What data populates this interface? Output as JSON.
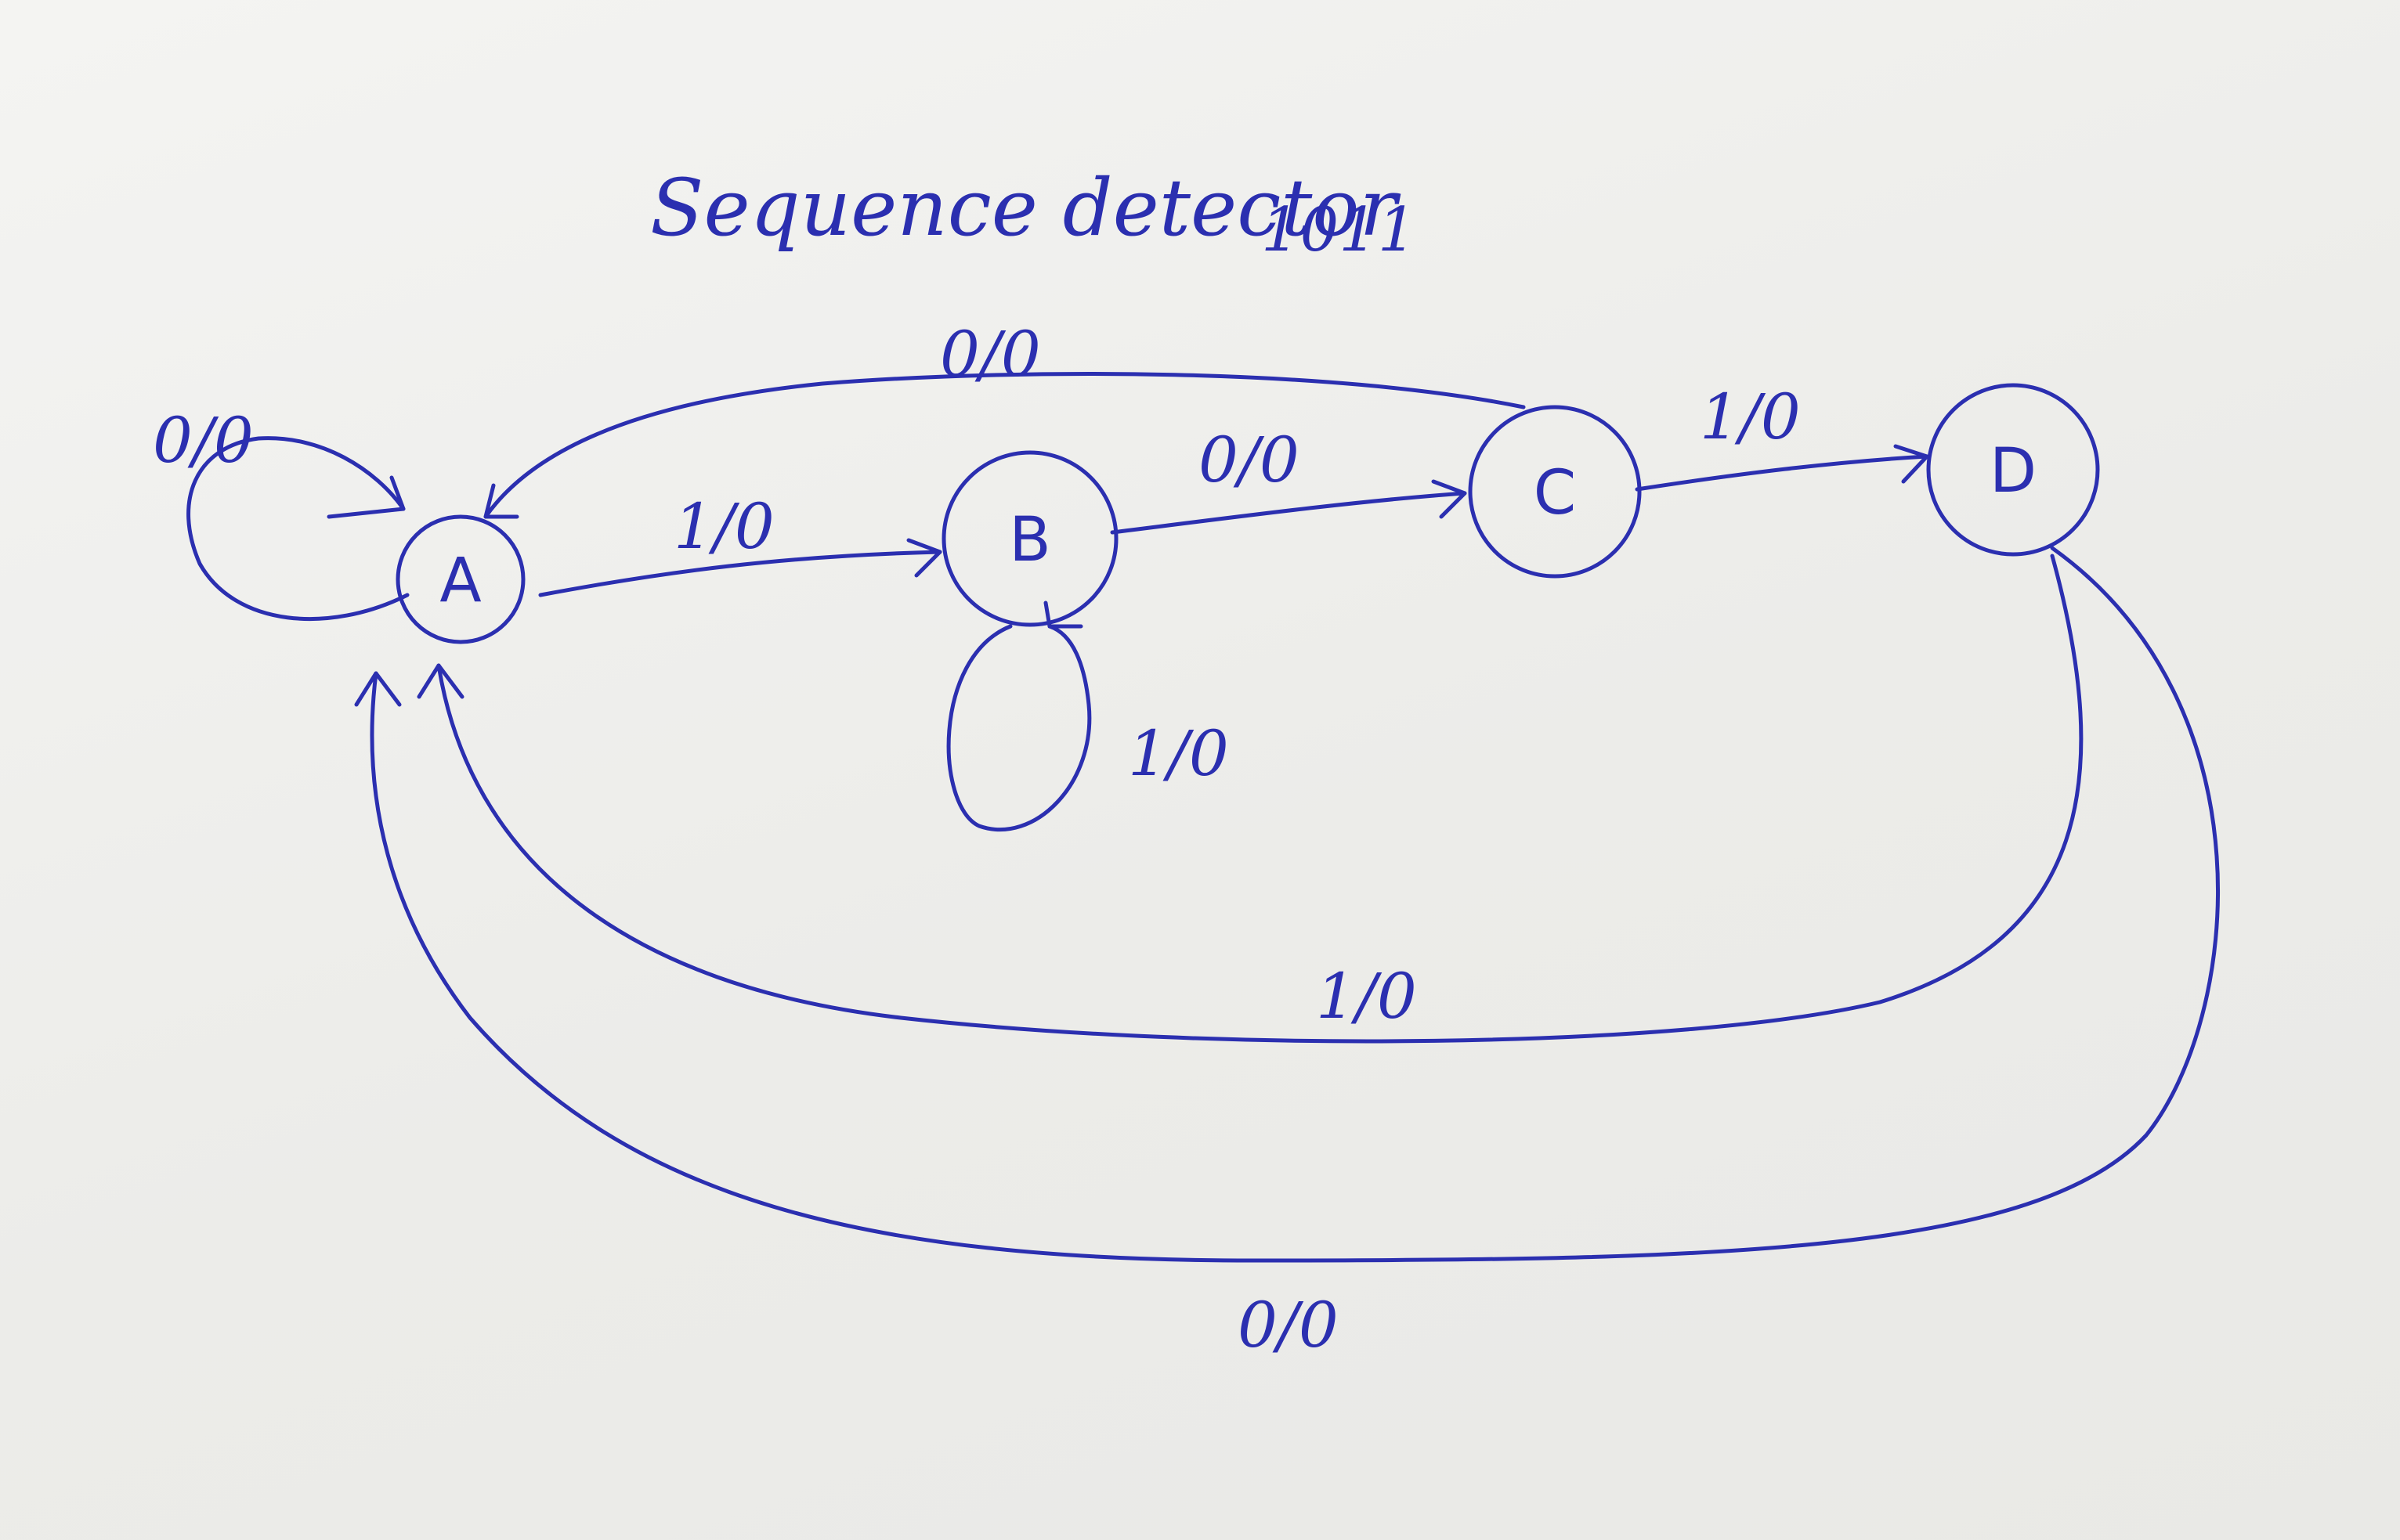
{
  "diagram": {
    "title": "Sequence detector",
    "subtitle": "1011",
    "colors": {
      "ink": "#2b2fb0",
      "paper": "#f0f0ee"
    },
    "states": [
      {
        "id": "A",
        "label": "A"
      },
      {
        "id": "B",
        "label": "B"
      },
      {
        "id": "C",
        "label": "C"
      },
      {
        "id": "D",
        "label": "D"
      }
    ],
    "transitions": [
      {
        "from": "A",
        "to": "A",
        "label": "0/0"
      },
      {
        "from": "A",
        "to": "B",
        "label": "1/0"
      },
      {
        "from": "B",
        "to": "B",
        "label": "1/0"
      },
      {
        "from": "B",
        "to": "C",
        "label": "0/0"
      },
      {
        "from": "C",
        "to": "A",
        "label": "0/0"
      },
      {
        "from": "C",
        "to": "D",
        "label": "1/0"
      },
      {
        "from": "D",
        "to": "A",
        "label": "1/0"
      },
      {
        "from": "D",
        "to": "A",
        "label": "0/0"
      }
    ]
  }
}
